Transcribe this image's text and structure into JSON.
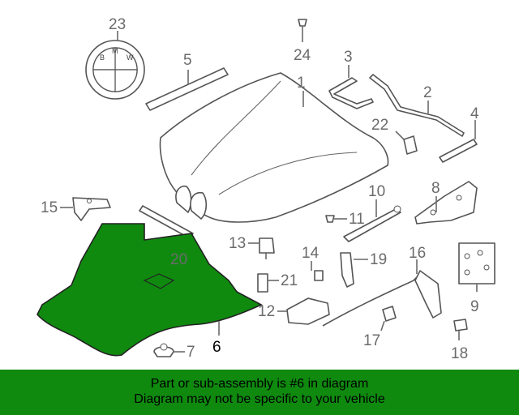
{
  "callouts": [
    {
      "id": "label-23",
      "text": "23"
    },
    {
      "id": "label-24",
      "text": "24"
    },
    {
      "id": "label-5",
      "text": "5"
    },
    {
      "id": "label-3",
      "text": "3"
    },
    {
      "id": "label-1",
      "text": "1"
    },
    {
      "id": "label-2",
      "text": "2"
    },
    {
      "id": "label-4",
      "text": "4"
    },
    {
      "id": "label-22",
      "text": "22"
    },
    {
      "id": "label-8",
      "text": "8"
    },
    {
      "id": "label-10",
      "text": "10"
    },
    {
      "id": "label-11",
      "text": "11"
    },
    {
      "id": "label-15",
      "text": "15"
    },
    {
      "id": "label-20",
      "text": "20"
    },
    {
      "id": "label-13",
      "text": "13"
    },
    {
      "id": "label-14",
      "text": "14"
    },
    {
      "id": "label-19",
      "text": "19"
    },
    {
      "id": "label-16",
      "text": "16"
    },
    {
      "id": "label-21",
      "text": "21"
    },
    {
      "id": "label-9",
      "text": "9"
    },
    {
      "id": "label-12",
      "text": "12"
    },
    {
      "id": "label-6",
      "text": "6"
    },
    {
      "id": "label-7",
      "text": "7"
    },
    {
      "id": "label-17",
      "text": "17"
    },
    {
      "id": "label-18",
      "text": "18"
    }
  ],
  "highlighted_part": "6",
  "highlight_color": "#0f8a0f",
  "banner": {
    "line1": "Part or sub-assembly is #6 in diagram",
    "line2": "Diagram may not be specific to your vehicle",
    "color": "#0f8a0f"
  }
}
